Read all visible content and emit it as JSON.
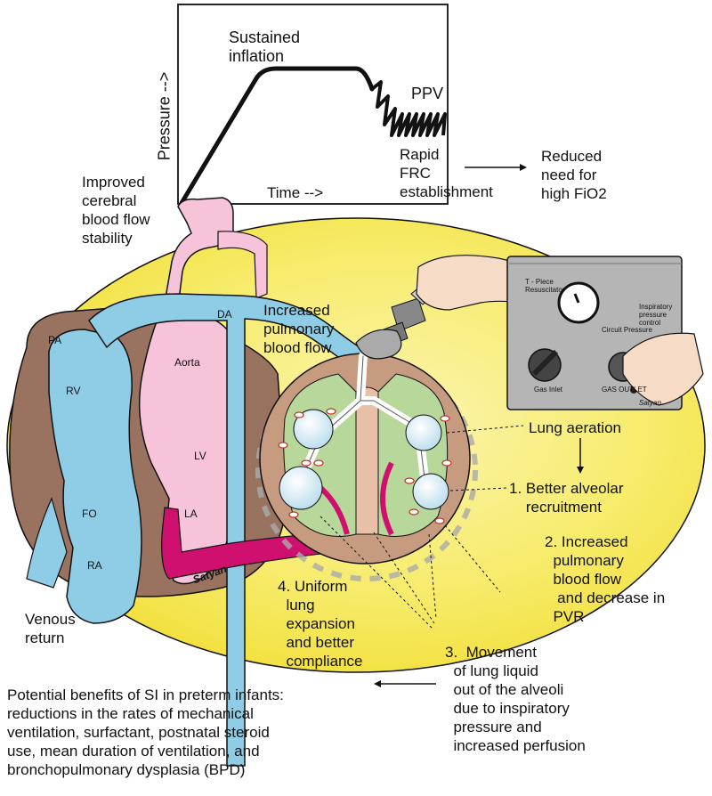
{
  "graph": {
    "y_axis_label": "Pressure -->",
    "x_axis_label": "Time -->",
    "plateau_label": "Sustained\ninflation",
    "ppv_label": "PPV",
    "frc_label": "Rapid\nFRC\nestablishment"
  },
  "outcome_fio2": "Reduced\nneed for\nhigh FiO2",
  "cerebral": "Improved\ncerebral\nblood flow\nstability",
  "pulmonary_flow": "Increased\npulmonary\nblood flow",
  "heart": {
    "pa": "PA",
    "rv": "RV",
    "aorta": "Aorta",
    "da": "DA",
    "lv": "LV",
    "fo": "FO",
    "la": "LA",
    "ra": "RA",
    "venous_return": "Venous\nreturn",
    "signature": "Satyan"
  },
  "device": {
    "title": "T - Piece\nResuscitator",
    "pressure_control": "Inspiratory\npressure\ncontrol",
    "circuit_pressure": "Circuit Pressure",
    "gas_inlet": "Gas Inlet",
    "gas_outlet": "GAS OUTLET",
    "signature": "Satyan"
  },
  "lung_aeration": "Lung aeration",
  "effects": {
    "alveolar": "1. Better alveolar\n    recruitment",
    "pulmonary": "2. Increased\n  pulmonary\n  blood flow\n   and decrease in\n  PVR",
    "movement": "3.  Movement\n  of lung liquid\n  out of the alveoli\n  due to inspiratory\n  pressure and\n  increased perfusion",
    "uniform": "4. Uniform\n  lung\n  expansion\n  and better\n  compliance"
  },
  "benefits": "Potential benefits of SI in preterm infants:\nreductions in the rates of mechanical\nventilation, surfactant, postnatal steroid\nuse, mean duration of ventilation, and\nbronchopulmonary dysplasia (BPD)",
  "colors": {
    "ellipse": "#f7ec6e",
    "blue": "#8fcde6",
    "pink": "#f7c3da",
    "magenta": "#d0106e",
    "brown": "#9a7360",
    "lung_green": "#b8d79a",
    "device_gray": "#b5b5b5"
  }
}
